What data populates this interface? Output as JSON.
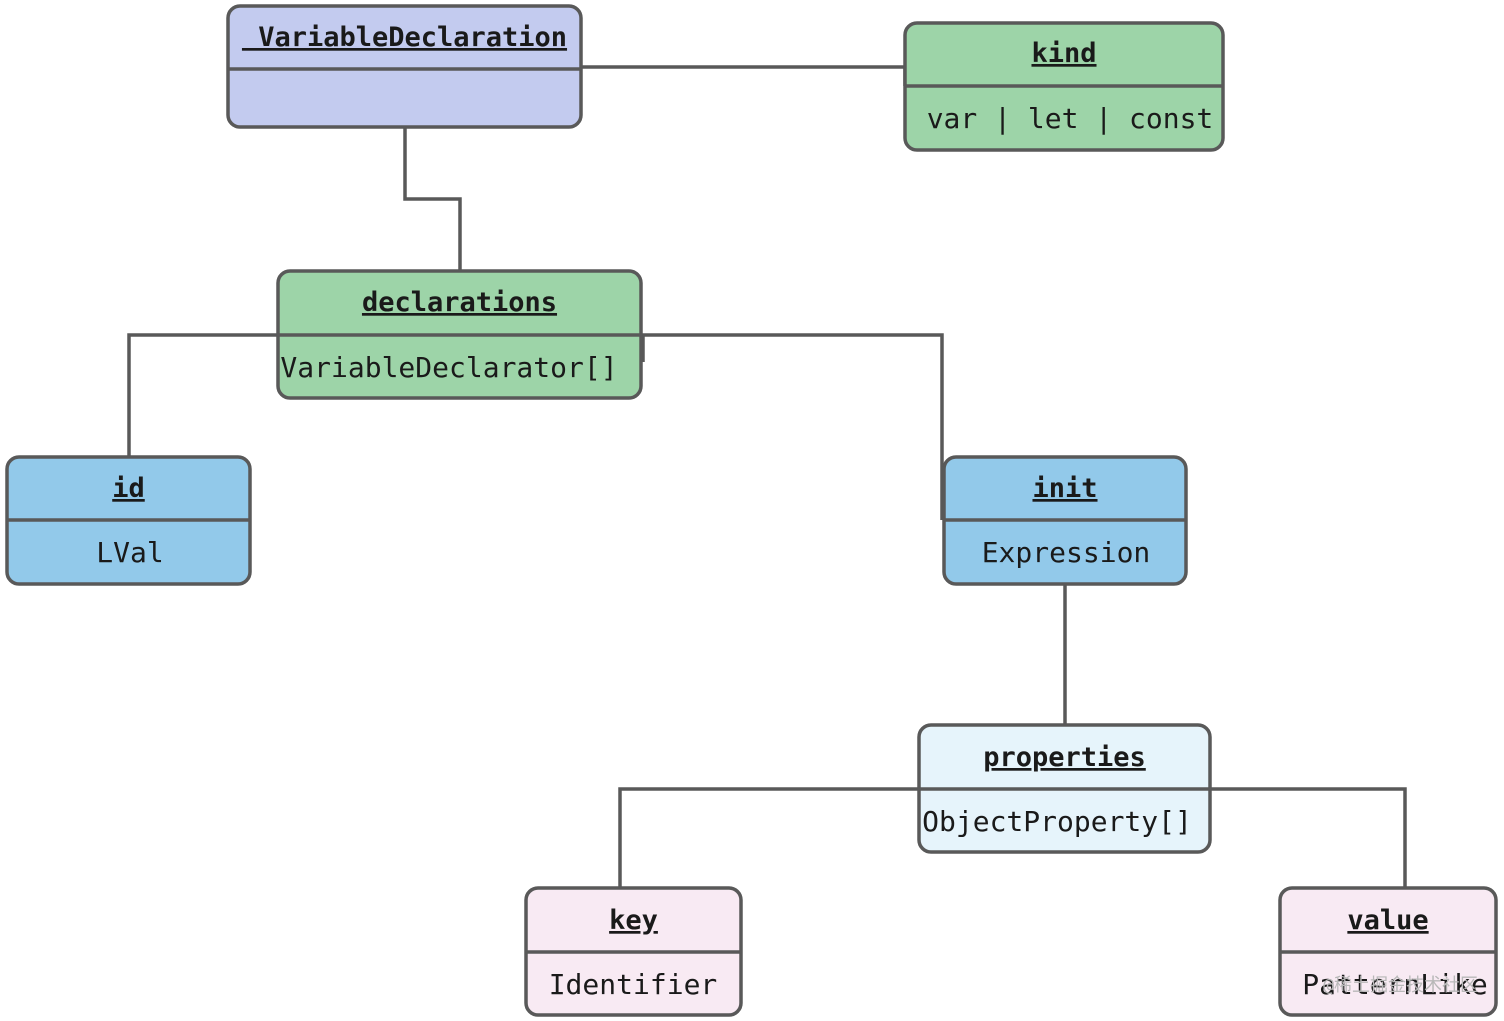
{
  "colors": {
    "stroke": "#595959",
    "text": "#1a1a1a",
    "lavender": "#c3cbef",
    "green": "#9dd4a8",
    "blue": "#92c9ea",
    "light_blue": "#e6f4fb",
    "pink": "#f8eaf3"
  },
  "nodes": {
    "variable_declaration": {
      "header": " VariableDeclaration",
      "body": ""
    },
    "kind": {
      "header": "kind",
      "body": "var | let | const"
    },
    "declarations": {
      "header": "declarations",
      "body": "VariableDeclarator[]"
    },
    "id": {
      "header": "id",
      "body": "LVal"
    },
    "init": {
      "header": "init",
      "body": "Expression"
    },
    "properties": {
      "header": "properties",
      "body": "ObjectProperty[]"
    },
    "key": {
      "header": "key",
      "body": "Identifier"
    },
    "value": {
      "header": "value",
      "body": "PatternLike"
    }
  },
  "watermark": "@稀土掘金技术社区"
}
